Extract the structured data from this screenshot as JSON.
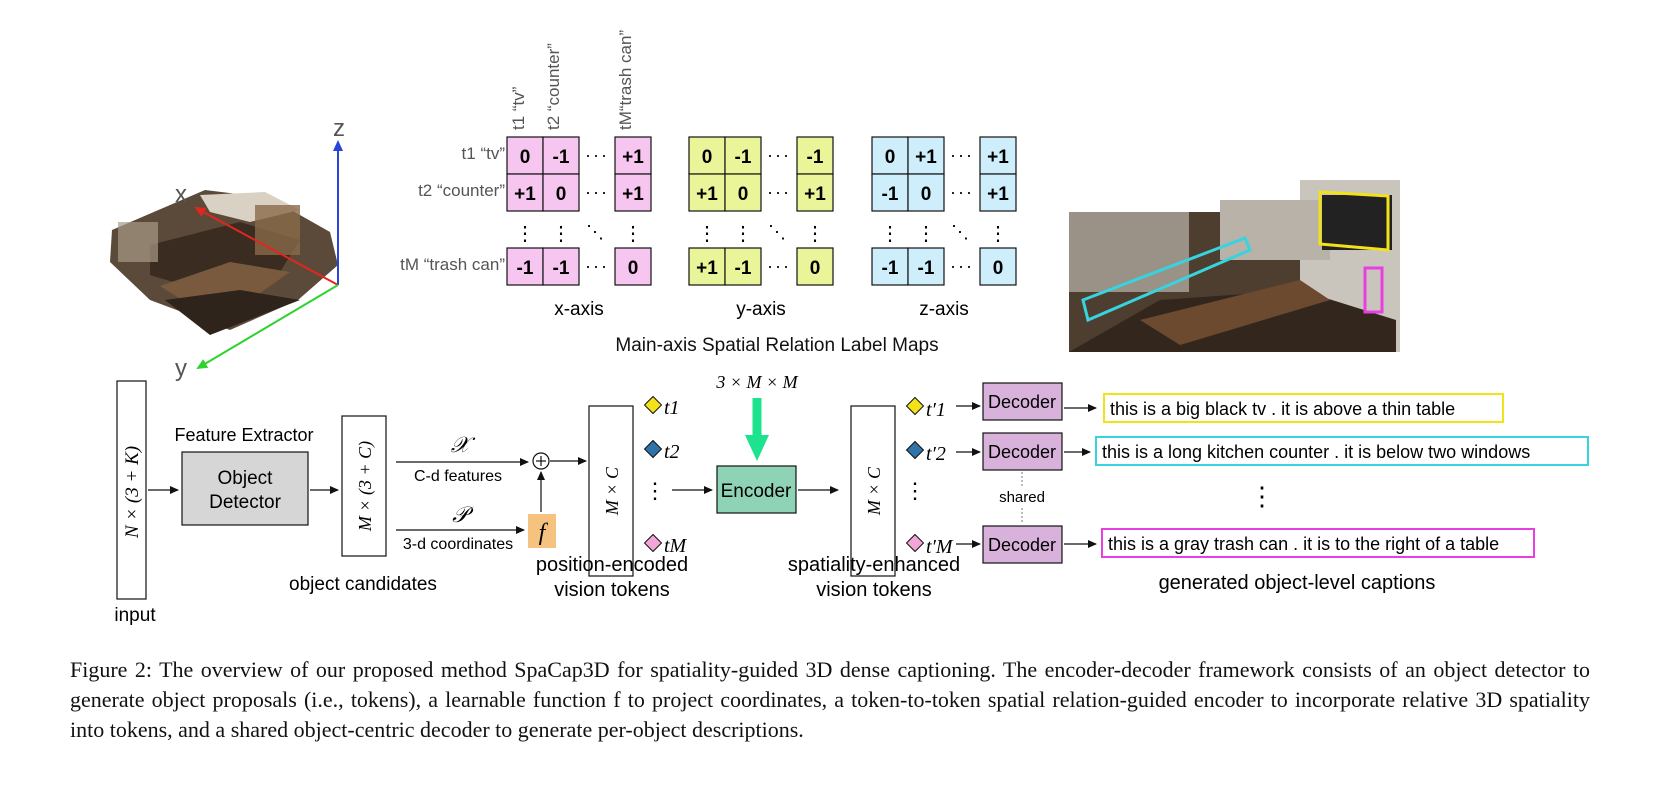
{
  "colors": {
    "x_map": "#f6c6f0",
    "y_map": "#eaf59a",
    "z_map": "#cdeefa",
    "decoder": "#d8b2da",
    "encoder": "#8fd3b6",
    "f_box": "#f6c27f",
    "detector": "#d6d6d6",
    "caption_yellow": "#f2e21a",
    "caption_cyan": "#37d4e0",
    "caption_magenta": "#e83fe3",
    "arrow_green": "#1de38f"
  },
  "scene": {
    "axis_x": "x",
    "axis_y": "y",
    "axis_z": "z"
  },
  "label_maps": {
    "col_headers": [
      "t1 “tv”",
      "t2 “counter”",
      "tM“trash can”"
    ],
    "row_headers": [
      "t1 “tv”",
      "t2 “counter”",
      "tM “trash can”"
    ],
    "maps": [
      {
        "name": "x-axis",
        "rows": [
          [
            "0",
            "-1",
            "+1"
          ],
          [
            "+1",
            "0",
            "+1"
          ],
          [
            "-1",
            "-1",
            "0"
          ]
        ]
      },
      {
        "name": "y-axis",
        "rows": [
          [
            "0",
            "-1",
            "-1"
          ],
          [
            "+1",
            "0",
            "+1"
          ],
          [
            "+1",
            "-1",
            "0"
          ]
        ]
      },
      {
        "name": "z-axis",
        "rows": [
          [
            "0",
            "+1",
            "+1"
          ],
          [
            "-1",
            "0",
            "+1"
          ],
          [
            "-1",
            "-1",
            "0"
          ]
        ]
      }
    ],
    "title": "Main-axis Spatial Relation Label Maps"
  },
  "pipeline": {
    "input_dim": "N × (3 + K)",
    "input_label": "input",
    "feature_extractor_label": "Feature Extractor",
    "detector_label_line1": "Object",
    "detector_label_line2": "Detector",
    "candidates_dim": "M × (3 + C)",
    "candidates_label": "object candidates",
    "features_symbol": "𝒳",
    "features_label": "C-d features",
    "coords_symbol": "𝒫",
    "coords_label": "3-d coordinates",
    "f_label": "f",
    "plus_symbol": "⊕",
    "tokens_dim": "M × C",
    "pe_label_line1": "position-encoded",
    "pe_label_line2": "vision tokens",
    "token_labels": [
      "t1",
      "t2",
      "tM"
    ],
    "encoder_input_dim": "3 × M × M",
    "encoder_label": "Encoder",
    "enhanced_dim": "M × C",
    "se_label_line1": "spatiality-enhanced",
    "se_label_line2": "vision tokens",
    "enhanced_token_labels": [
      "t′1",
      "t′2",
      "t′M"
    ],
    "decoder_label": "Decoder",
    "shared_label": "shared",
    "captions": [
      "this is a big black tv . it is above a thin table",
      "this is a long kitchen counter . it is below two windows",
      "this is a gray trash can . it is to the right of a table"
    ],
    "captions_title": "generated object-level captions"
  },
  "figure_caption": {
    "label": "Figure 2:",
    "text": "The overview of our proposed method SpaCap3D for spatiality-guided 3D dense captioning. The encoder-decoder framework consists of an object detector to generate object proposals (i.e., tokens), a learnable function f to project coordinates, a token-to-token spatial relation-guided encoder to incorporate relative 3D spatiality into tokens, and a shared object-centric decoder to generate per-object descriptions."
  }
}
